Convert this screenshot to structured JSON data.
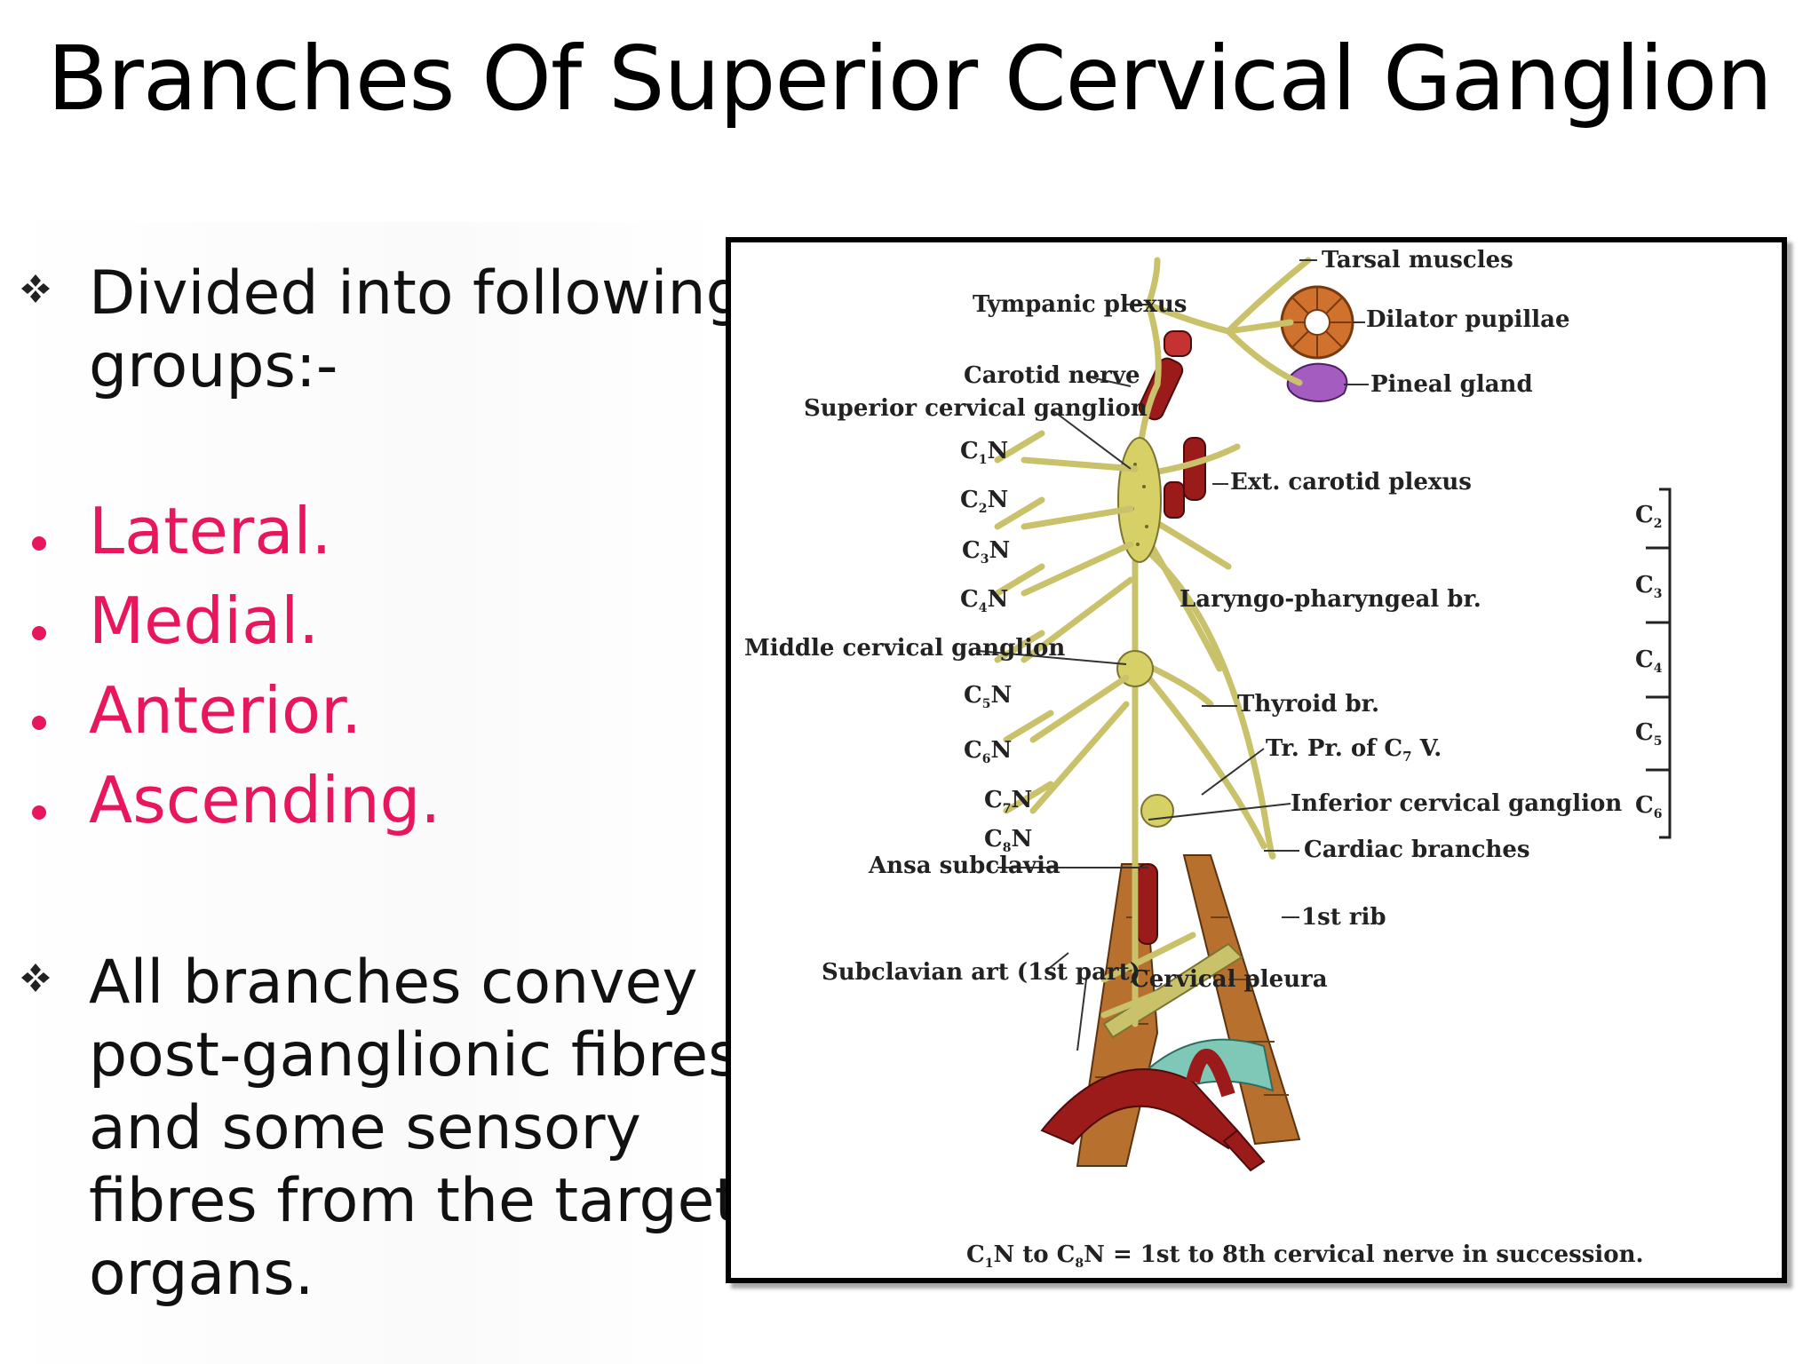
{
  "title": "Branches Of Superior Cervical Ganglion",
  "intro": {
    "line1": "Divided into following",
    "line2": "groups:-"
  },
  "groups": [
    "Lateral.",
    "Medial.",
    "Anterior.",
    "Ascending."
  ],
  "conclusion": {
    "line1": "All branches convey",
    "line2": "post-ganglionic fibres",
    "line3": "and some sensory",
    "line4": "fibres from the target",
    "line5": "organs."
  },
  "colors": {
    "accent": "#e8175d",
    "nerve": "#c9c26b",
    "artery": "#9b1b1b",
    "muscle": "#b8702e",
    "pleura": "#7fc8b8"
  },
  "icons": {
    "bullet_primary": "diamond-quad-icon",
    "bullet_secondary": "dot-icon"
  },
  "diagram": {
    "labels": {
      "tarsal": "Tarsal muscles",
      "tympanic": "Tympanic plexus",
      "dilator": "Dilator pupillae",
      "carotid_nerve": "Carotid nerve",
      "pineal": "Pineal gland",
      "scg": "Superior cervical ganglion",
      "ext_carotid": "Ext. carotid plexus",
      "laryngo": "Laryngo-pharyngeal br.",
      "mcg": "Middle cervical ganglion",
      "thyroid": "Thyroid br.",
      "tr_pr_main": "Tr. Pr. of C",
      "tr_pr_sub": "7",
      "tr_pr_tail": " V.",
      "icg": "Inferior cervical ganglion",
      "ansa": "Ansa subclavia",
      "cardiac": "Cardiac branches",
      "first_rib": "1st rib",
      "subclavian": "Subclavian art (1st part)",
      "pleura": "Cervical pleura",
      "footer_a": "C",
      "footer_a_sub": "1",
      "footer_b": "N to C",
      "footer_b_sub": "8",
      "footer_c": "N = 1st to 8th cervical nerve in succession."
    },
    "cervical_nerves": [
      {
        "main": "C",
        "sub": "1",
        "tail": "N"
      },
      {
        "main": "C",
        "sub": "2",
        "tail": "N"
      },
      {
        "main": "C",
        "sub": "3",
        "tail": "N"
      },
      {
        "main": "C",
        "sub": "4",
        "tail": "N"
      },
      {
        "main": "C",
        "sub": "5",
        "tail": "N"
      },
      {
        "main": "C",
        "sub": "6",
        "tail": "N"
      },
      {
        "main": "C",
        "sub": "7",
        "tail": "N"
      },
      {
        "main": "C",
        "sub": "8",
        "tail": "N"
      }
    ],
    "vertebrae": [
      {
        "main": "C",
        "sub": "2"
      },
      {
        "main": "C",
        "sub": "3"
      },
      {
        "main": "C",
        "sub": "4"
      },
      {
        "main": "C",
        "sub": "5"
      },
      {
        "main": "C",
        "sub": "6"
      }
    ]
  }
}
